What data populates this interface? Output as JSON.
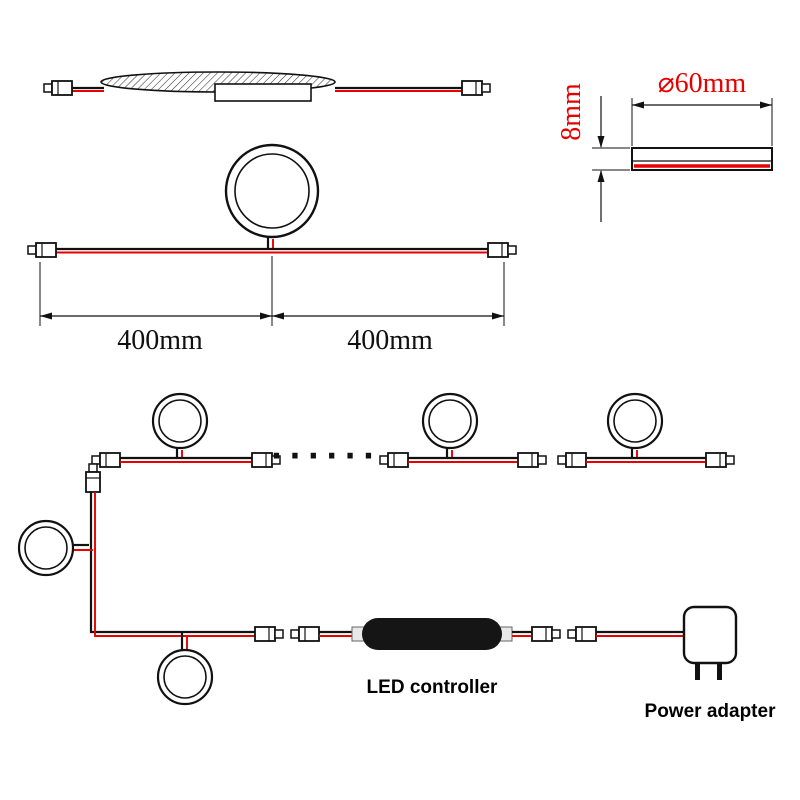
{
  "colors": {
    "outline": "#111111",
    "wire_red": "#e60000",
    "dimension_text_red": "#e60000",
    "controller_body": "#151515",
    "background": "#ffffff"
  },
  "dimension_view": {
    "thickness_label": "8mm",
    "diameter_label": "⌀60mm"
  },
  "front_view": {
    "left_span_label": "400mm",
    "right_span_label": "400mm"
  },
  "wiring_diagram": {
    "continuation_dots": "······",
    "controller_label": "LED controller",
    "adapter_label": "Power adapter"
  }
}
